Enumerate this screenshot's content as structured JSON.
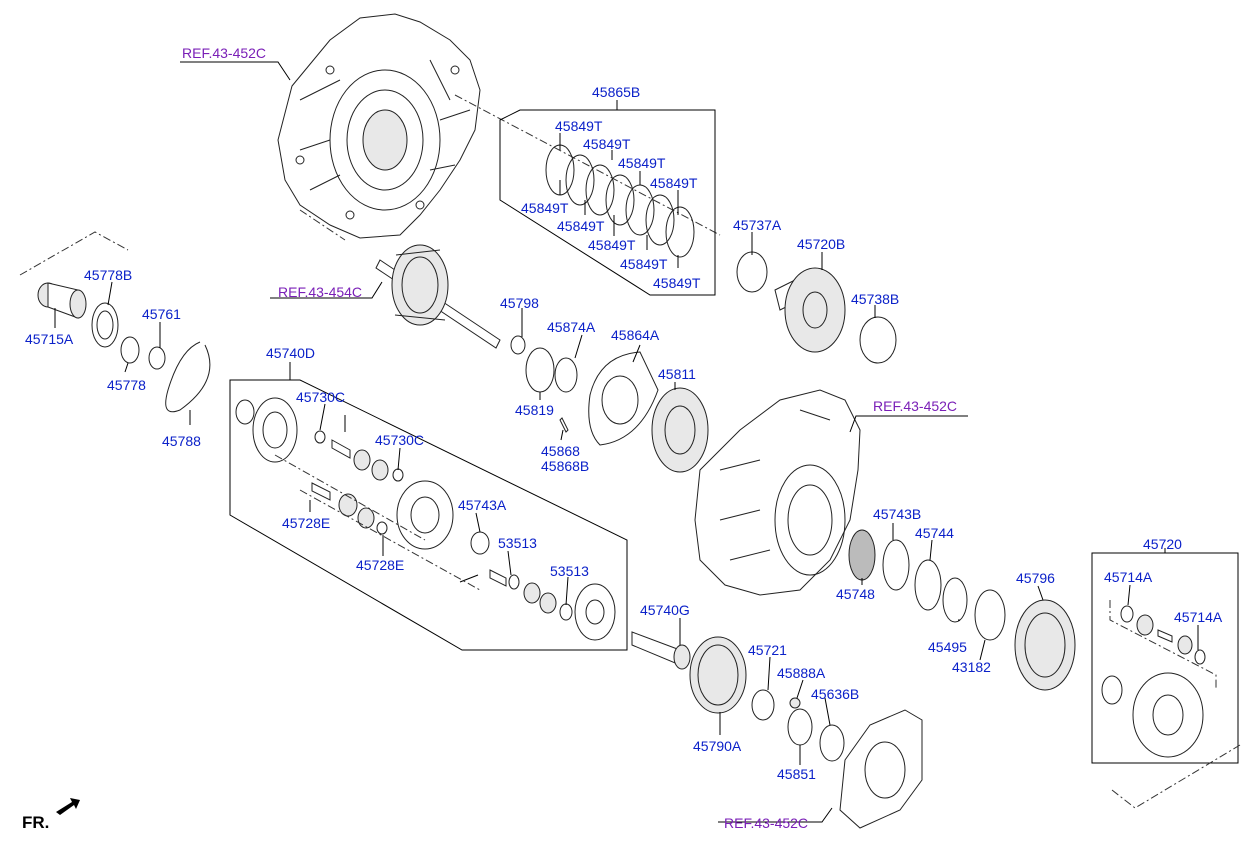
{
  "refs": {
    "r1": "REF.43-452C",
    "r2": "REF.43-454C",
    "r3": "REF.43-452C",
    "r4": "REF.43-452C"
  },
  "parts": {
    "p45865B": "45865B",
    "p45849T_1": "45849T",
    "p45849T_2": "45849T",
    "p45849T_3": "45849T",
    "p45849T_4": "45849T",
    "p45849T_5": "45849T",
    "p45849T_6": "45849T",
    "p45849T_7": "45849T",
    "p45849T_8": "45849T",
    "p45849T_9": "45849T",
    "p45737A": "45737A",
    "p45720B": "45720B",
    "p45738B": "45738B",
    "p45778B": "45778B",
    "p45715A": "45715A",
    "p45761": "45761",
    "p45778": "45778",
    "p45788": "45788",
    "p45798": "45798",
    "p45874A": "45874A",
    "p45864A": "45864A",
    "p45819": "45819",
    "p45811": "45811",
    "p45868": "45868",
    "p45868B": "45868B",
    "p45740D": "45740D",
    "p45730C_1": "45730C",
    "p45730C_2": "45730C",
    "p45743A": "45743A",
    "p45728E_1": "45728E",
    "p45728E_2": "45728E",
    "p53513_1": "53513",
    "p53513_2": "53513",
    "p45740G": "45740G",
    "p45721": "45721",
    "p45888A": "45888A",
    "p45636B": "45636B",
    "p45790A": "45790A",
    "p45851": "45851",
    "p45743B": "45743B",
    "p45744": "45744",
    "p45748": "45748",
    "p45495": "45495",
    "p43182": "43182",
    "p45796": "45796",
    "p45720": "45720",
    "p45714A_1": "45714A",
    "p45714A_2": "45714A"
  },
  "orientation": {
    "label": "FR.",
    "icon": "arrow-icon"
  }
}
